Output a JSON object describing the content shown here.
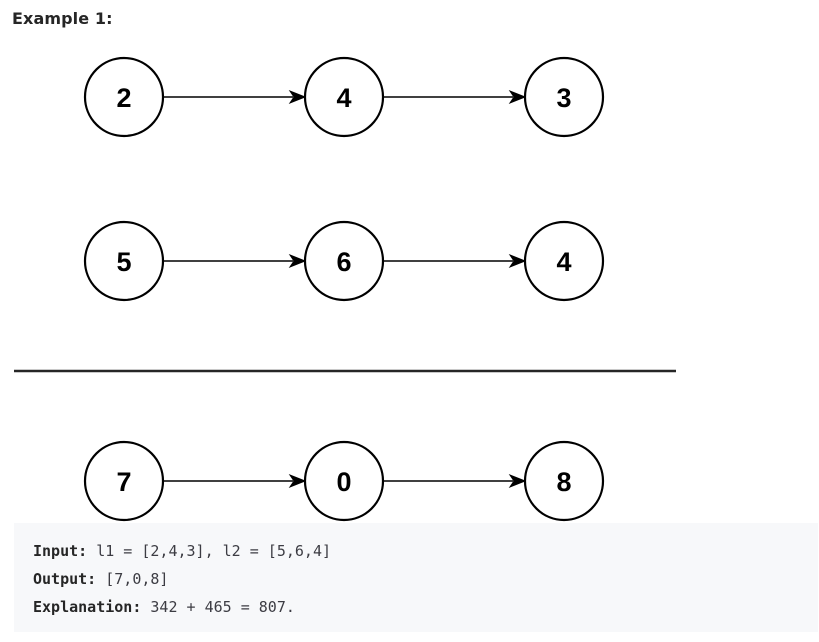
{
  "heading": "Example 1:",
  "lists": [
    {
      "nodes": [
        "2",
        "4",
        "3"
      ]
    },
    {
      "nodes": [
        "5",
        "6",
        "4"
      ]
    },
    {
      "nodes": [
        "7",
        "0",
        "8"
      ]
    }
  ],
  "example": {
    "input_label": "Input:",
    "input_value": "l1 = [2,4,3], l2 = [5,6,4]",
    "output_label": "Output:",
    "output_value": "[7,0,8]",
    "explanation_label": "Explanation:",
    "explanation_value": "342 + 465 = 807."
  },
  "colors": {
    "node_stroke": "#000000",
    "code_background": "#f7f8fa",
    "divider": "#262626"
  }
}
